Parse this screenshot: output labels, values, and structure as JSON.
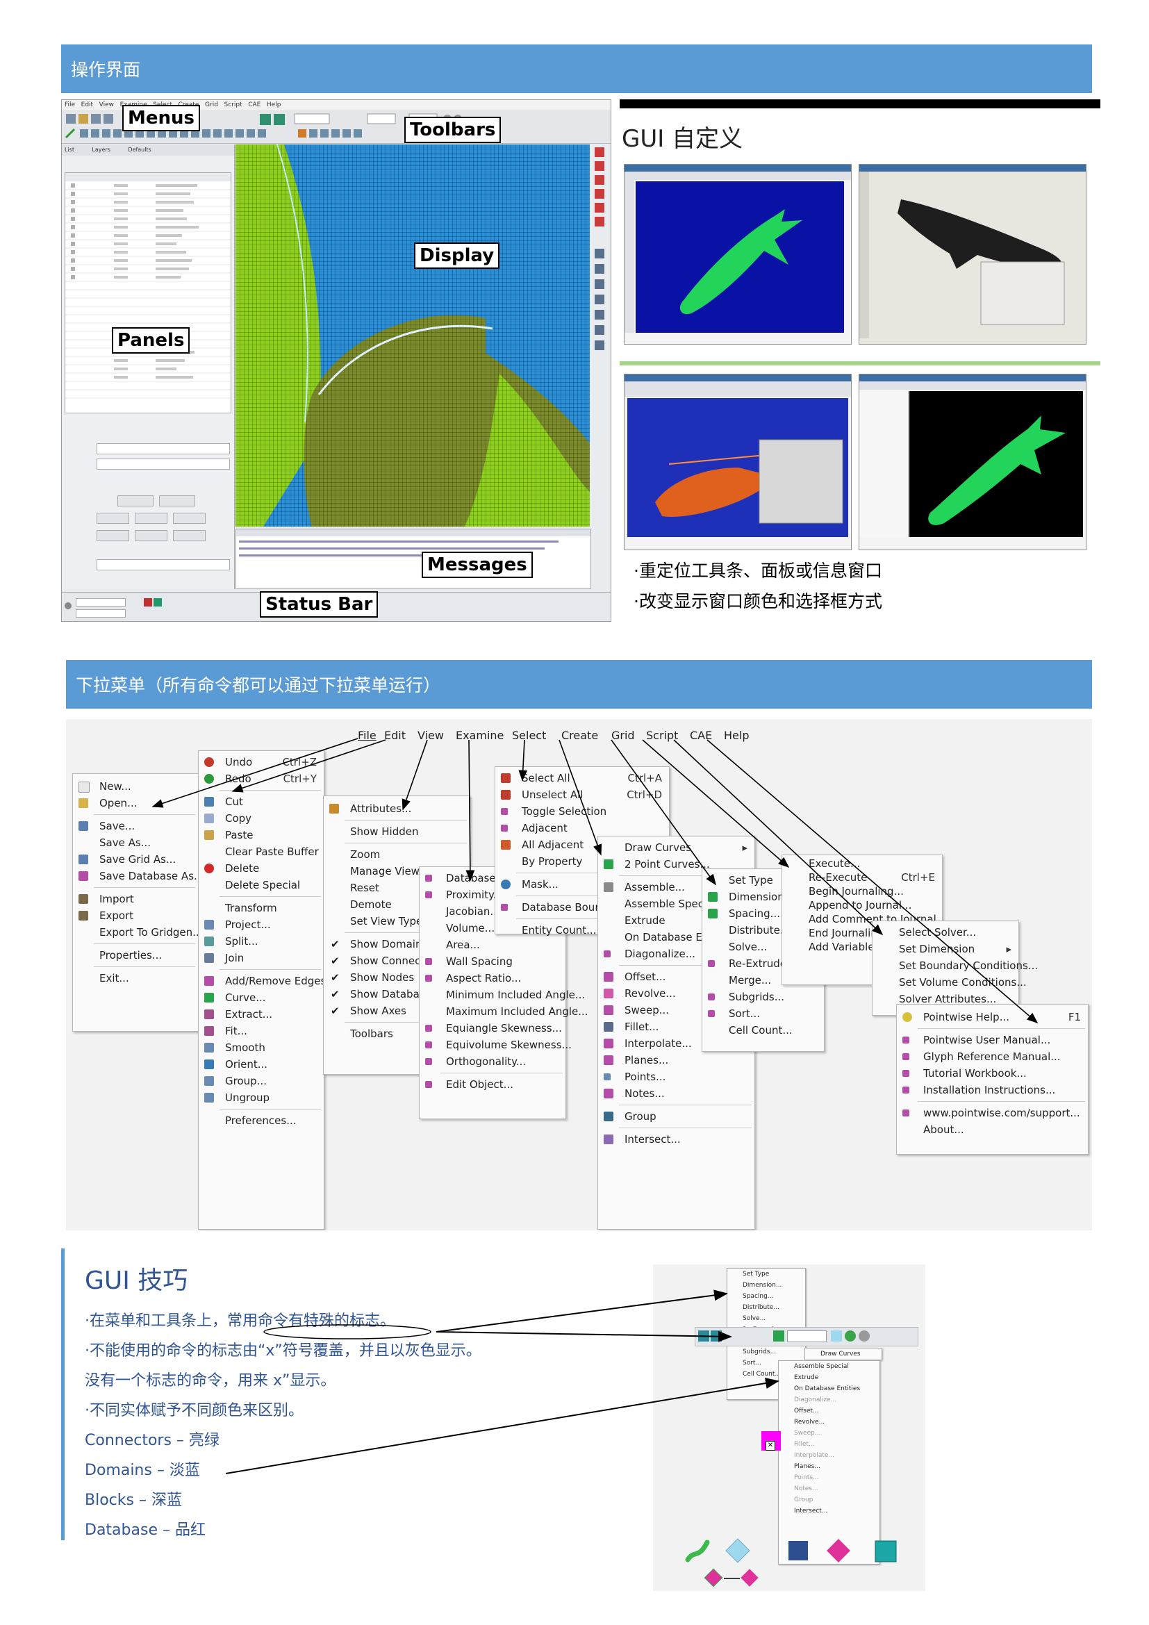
{
  "section1": {
    "title": "操作界面"
  },
  "callouts": {
    "menus": "Menus",
    "toolbars": "Toolbars",
    "display": "Display",
    "panels": "Panels",
    "messages": "Messages",
    "status_bar": "Status Bar"
  },
  "gui_custom": {
    "title": "GUI 自定义",
    "bullet1": "·重定位工具条、面板或信息窗口",
    "bullet2": "·改变显示窗口颜色和选择框方式"
  },
  "section2": {
    "title": "下拉菜单（所有命令都可以通过下拉菜单运行）"
  },
  "menubar": [
    "File",
    "Edit",
    "View",
    "Examine",
    "Select",
    "Create",
    "Grid",
    "Script",
    "CAE",
    "Help"
  ],
  "menus": {
    "file": [
      "New...",
      "Open...",
      "Save...",
      "Save As...",
      "Save Grid As...",
      "Save Database As...",
      "Import",
      "Export",
      "Export To Gridgen...",
      "Properties...",
      "Exit..."
    ],
    "edit": [
      "Undo",
      "Redo",
      "Cut",
      "Copy",
      "Paste",
      "Clear Paste Buffer",
      "Delete",
      "Delete Special",
      "Transform",
      "Project...",
      "Split...",
      "Join",
      "Add/Remove Edges...",
      "Curve...",
      "Extract...",
      "Fit...",
      "Smooth",
      "Orient...",
      "Group...",
      "Ungroup",
      "Preferences..."
    ],
    "edit_shortcuts": [
      "Ctrl+Z",
      "Ctrl+Y"
    ],
    "view": [
      "Attributes...",
      "Show Hidden",
      "Zoom",
      "Manage View",
      "Reset",
      "Demote",
      "Set View Type",
      "Show Domains",
      "Show Connectors",
      "Show Nodes",
      "Show Databases",
      "Show Axes",
      "Toolbars"
    ],
    "examine": [
      "Database...",
      "Proximity...",
      "Jacobian...",
      "Volume...",
      "Area...",
      "Wall Spacing",
      "Aspect Ratio...",
      "Minimum Included Angle...",
      "Maximum Included Angle...",
      "Equiangle Skewness...",
      "Equivolume Skewness...",
      "Orthogonality...",
      "Edit Object..."
    ],
    "select": [
      "Select All",
      "Unselect All",
      "Toggle Selection",
      "Adjacent",
      "All Adjacent",
      "By Property",
      "Mask...",
      "Database Boundaries",
      "Entity Count..."
    ],
    "select_shortcuts": [
      "Ctrl+A",
      "Ctrl+D"
    ],
    "create": [
      "Draw Curves",
      "2 Point Curves...",
      "Assemble...",
      "Assemble Special",
      "Extrude",
      "On Database Entities",
      "Diagonalize...",
      "Offset...",
      "Revolve...",
      "Sweep...",
      "Fillet...",
      "Interpolate...",
      "Planes...",
      "Points...",
      "Notes...",
      "Group",
      "Intersect..."
    ],
    "grid": [
      "Set Type",
      "Dimension...",
      "Spacing...",
      "Distribute...",
      "Solve...",
      "Re-Extrude...",
      "Merge...",
      "Subgrids...",
      "Sort...",
      "Cell Count..."
    ],
    "script": [
      "Execute...",
      "Re-Execute",
      "Begin Journaling...",
      "Append to Journal...",
      "Add Comment to Journal...",
      "End Journaling",
      "Add Variable..."
    ],
    "script_shortcut": "Ctrl+E",
    "cae": [
      "Select Solver...",
      "Set Dimension",
      "Set Boundary Conditions...",
      "Set Volume Conditions...",
      "Solver Attributes..."
    ],
    "help": [
      "Pointwise Help...",
      "Pointwise User Manual...",
      "Glyph Reference Manual...",
      "Tutorial Workbook...",
      "Installation Instructions...",
      "www.pointwise.com/support...",
      "About..."
    ],
    "help_shortcut": "F1"
  },
  "gui_tips": {
    "title": "GUI 技巧",
    "lines": [
      "·在菜单和工具条上，常用命令有特殊的标志。",
      "·不能使用的命令的标志由“x”符号覆盖，并且以灰色显示。",
      "没有一个标志的命令，用来 x”显示。",
      "·不同实体赋予不同颜色来区别。",
      "Connectors – 亮绿",
      "Domains – 淡蓝",
      "Blocks – 深蓝",
      "Database – 品红"
    ]
  },
  "colors": {
    "bar": "#5b9bd5",
    "connector": "#4caf50",
    "domain": "#9ed8ef",
    "block": "#2e4f8f",
    "database": "#e0309a"
  }
}
